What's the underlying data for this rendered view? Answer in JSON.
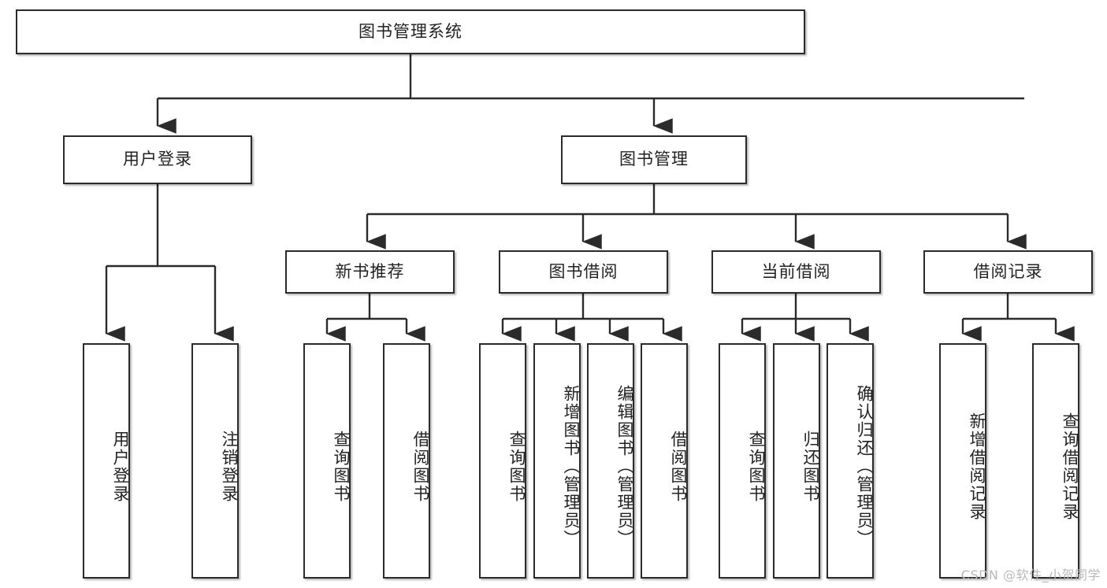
{
  "diagram": {
    "title": "图书管理系统",
    "type": "tree",
    "orientation": "top-down",
    "line_color": "#2b2b2b",
    "box_fill": "#ffffff",
    "box_border": "#2b2b2b",
    "text_color": "#222222"
  },
  "watermark": {
    "text": "CSDN @软件_小贺同学",
    "color": "#b9b9b9"
  },
  "nodes": {
    "root": {
      "label": "图书管理系统",
      "level": 0,
      "orientation": "horizontal"
    },
    "l1": [
      {
        "id": "user-login",
        "label": "用户登录",
        "orientation": "horizontal"
      },
      {
        "id": "book-manage",
        "label": "图书管理",
        "orientation": "horizontal"
      }
    ],
    "l2": [
      {
        "id": "new-book-recommend",
        "label": "新书推荐",
        "orientation": "horizontal",
        "parent": "book-manage"
      },
      {
        "id": "book-borrow",
        "label": "图书借阅",
        "orientation": "horizontal",
        "parent": "book-manage"
      },
      {
        "id": "current-borrow",
        "label": "当前借阅",
        "orientation": "horizontal",
        "parent": "book-manage"
      },
      {
        "id": "borrow-record",
        "label": "借阅记录",
        "orientation": "horizontal",
        "parent": "book-manage"
      }
    ],
    "leaves": [
      {
        "id": "leaf-user-login",
        "label": "用户登录",
        "orientation": "vertical",
        "parent": "user-login"
      },
      {
        "id": "leaf-user-logout",
        "label": "注销登录",
        "orientation": "vertical",
        "parent": "user-login"
      },
      {
        "id": "leaf-query-book-rec",
        "label": "查询图书",
        "orientation": "vertical",
        "parent": "new-book-recommend"
      },
      {
        "id": "leaf-borrow-book-rec",
        "label": "借阅图书",
        "orientation": "vertical",
        "parent": "new-book-recommend"
      },
      {
        "id": "leaf-query-book-borrow",
        "label": "查询图书",
        "orientation": "vertical",
        "parent": "book-borrow"
      },
      {
        "id": "leaf-add-book-admin",
        "label": "新增图书（管理员）",
        "orientation": "vertical",
        "parent": "book-borrow"
      },
      {
        "id": "leaf-edit-book-admin",
        "label": "编辑图书（管理员）",
        "orientation": "vertical",
        "parent": "book-borrow"
      },
      {
        "id": "leaf-borrow-book",
        "label": "借阅图书",
        "orientation": "vertical",
        "parent": "book-borrow"
      },
      {
        "id": "leaf-query-book-current",
        "label": "查询图书",
        "orientation": "vertical",
        "parent": "current-borrow"
      },
      {
        "id": "leaf-return-book",
        "label": "归还图书",
        "orientation": "vertical",
        "parent": "current-borrow"
      },
      {
        "id": "leaf-confirm-return-admin",
        "label": "确认归还（管理员）",
        "orientation": "vertical",
        "parent": "current-borrow"
      },
      {
        "id": "leaf-add-borrow-record",
        "label": "新增借阅记录",
        "orientation": "vertical",
        "parent": "borrow-record"
      },
      {
        "id": "leaf-query-borrow-record",
        "label": "查询借阅记录",
        "orientation": "vertical",
        "parent": "borrow-record"
      }
    ]
  }
}
